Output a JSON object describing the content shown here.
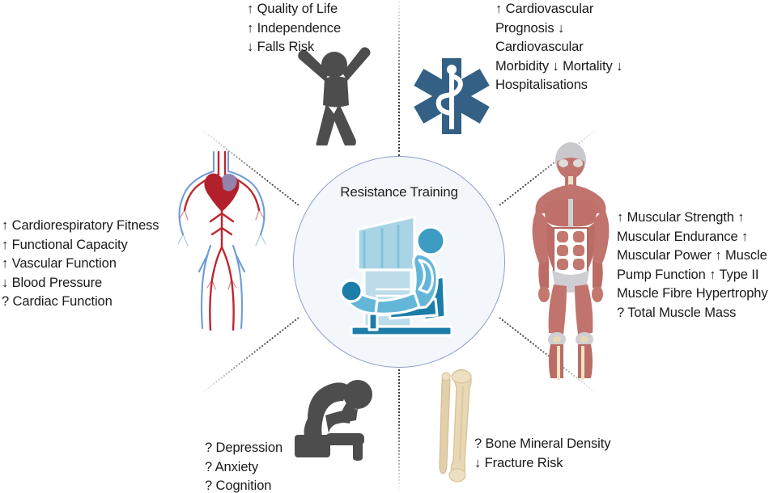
{
  "figure": {
    "type": "radial-benefits-diagram",
    "center": {
      "title": "Resistance Training",
      "icon": "leg-extension-machine-icon",
      "circle_fill": "#f3f7fc",
      "circle_stroke": "#8e9cc8"
    },
    "sectors": [
      {
        "id": "quality-of-life",
        "position": "top-left",
        "icon": "jumping-person-icon",
        "icon_color": "#4d4d4d",
        "items": [
          {
            "marker": "↑",
            "text": "Quality of Life"
          },
          {
            "marker": "↑",
            "text": "Independence"
          },
          {
            "marker": "↓",
            "text": "Falls Risk"
          }
        ]
      },
      {
        "id": "cardiovascular-outcomes",
        "position": "top-right",
        "icon": "star-of-life-icon",
        "icon_color": "#336084",
        "items": [
          {
            "marker": "↑",
            "text": "Cardiovascular Prognosis"
          },
          {
            "marker": "↓",
            "text": "Cardiovascular Morbidity"
          },
          {
            "marker": "↓",
            "text": "Mortality"
          },
          {
            "marker": "↓",
            "text": "Hospitalisations"
          }
        ]
      },
      {
        "id": "muscular-adaptations",
        "position": "right",
        "icon": "muscular-system-icon",
        "icon_color": "#c57b72",
        "items": [
          {
            "marker": "↑",
            "text": "Muscular Strength"
          },
          {
            "marker": "↑",
            "text": "Muscular Endurance"
          },
          {
            "marker": "↑",
            "text": "Muscular Power"
          },
          {
            "marker": "↑",
            "text": " Muscle Pump Function"
          },
          {
            "marker": "↑",
            "text": " Type II Muscle Fibre Hypertrophy"
          },
          {
            "marker": "?",
            "text": "Total Muscle Mass"
          }
        ]
      },
      {
        "id": "bone-health",
        "position": "bottom-right",
        "icon": "tibia-fibula-bone-icon",
        "icon_color": "#e8d3ae",
        "items": [
          {
            "marker": "?",
            "text": "Bone Mineral Density"
          },
          {
            "marker": "↓",
            "text": "Fracture Risk"
          }
        ]
      },
      {
        "id": "mental-health",
        "position": "bottom-left",
        "icon": "seated-distressed-person-icon",
        "icon_color": "#4d4d4d",
        "items": [
          {
            "marker": "?",
            "text": "Depression"
          },
          {
            "marker": "?",
            "text": "Anxiety"
          },
          {
            "marker": "?",
            "text": "Cognition"
          }
        ]
      },
      {
        "id": "cardiorespiratory-vascular",
        "position": "left",
        "icon": "circulatory-system-icon",
        "icon_colors": [
          "#c0262e",
          "#3f7fd0"
        ],
        "items": [
          {
            "marker": "↑",
            "text": "Cardiorespiratory Fitness"
          },
          {
            "marker": "↑",
            "text": "Functional Capacity"
          },
          {
            "marker": "↑",
            "text": "Vascular Function"
          },
          {
            "marker": "↓",
            "text": "Blood Pressure"
          },
          {
            "marker": "?",
            "text": "Cardiac Function"
          }
        ]
      }
    ],
    "text_blocks": {
      "quality_of_life": "↑ Quality of Life\n↑ Independence\n↓ Falls Risk",
      "cardiovascular": "↑ Cardiovascular Prognosis\n↓ Cardiovascular Morbidity\n↓ Mortality\n↓ Hospitalisations",
      "muscular": "↑ Muscular Strength\n↑ Muscular Endurance\n↑ Muscular Power\n↑  Muscle Pump Function\n↑  Type II Muscle Fibre Hypertrophy\n? Total Muscle Mass",
      "bone": "? Bone Mineral Density\n↓ Fracture Risk",
      "mental": "? Depression\n? Anxiety\n? Cognition",
      "cardiorespiratory": "↑ Cardiorespiratory Fitness\n↑ Functional Capacity\n↑ Vascular Function\n↓ Blood Pressure\n? Cardiac Function"
    }
  }
}
